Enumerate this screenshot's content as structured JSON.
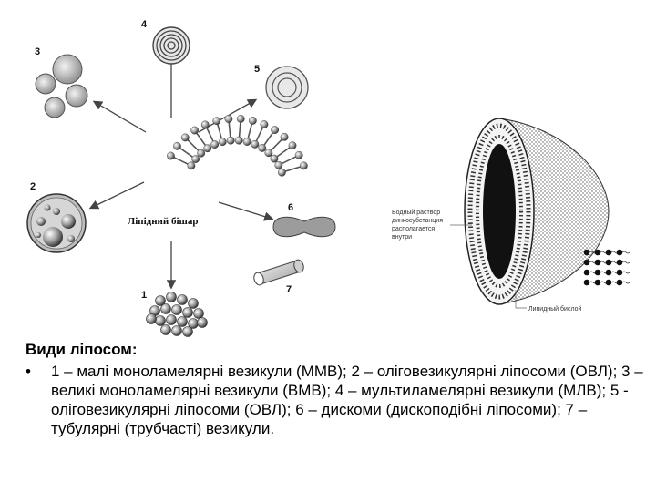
{
  "diagram": {
    "center_label": "Ліпідний бішар",
    "numbers": [
      "1",
      "2",
      "3",
      "4",
      "5",
      "6",
      "7"
    ],
    "right_label_water": [
      "Водный раствор",
      "динкосубстанция",
      "располагается",
      "внутри"
    ],
    "right_label_bilayer": "Липидный бислой"
  },
  "caption": {
    "title": "Види ліпосом:",
    "bullet": "•",
    "text": "1 – малі моноламелярні везикули (ММВ); 2 – оліговезикулярні ліпосоми (ОВЛ); 3 – великі моноламелярні везикули (ВМВ); 4 – мультиламелярні везикули (МЛВ); 5 - оліговезикулярні ліпосоми (ОВЛ); 6 – дискоми (дископодібні ліпосоми); 7 – тубулярні (трубчасті) везикули."
  }
}
